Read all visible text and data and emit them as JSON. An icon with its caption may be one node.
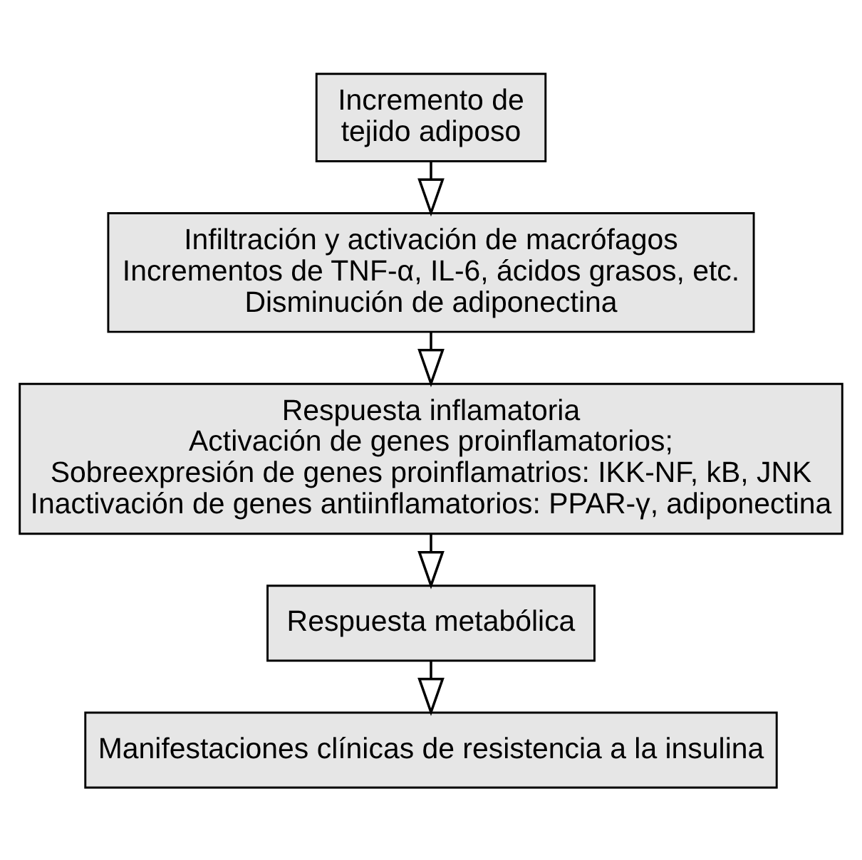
{
  "diagram": {
    "nodes": [
      {
        "text": [
          "Incremento de tejido adiposo"
        ]
      },
      {
        "text": [
          "Infiltración y activación de macrófagos",
          "Incrementos de TNF-α, IL-6, ácidos grasos, etc.",
          "Disminución de adiponectina"
        ]
      },
      {
        "text": [
          "Respuesta inflamatoria",
          "Activación de genes proinflamatorios;",
          "Sobreexpresión de genes proinflamatrios: IKK-NF, kB, JNK",
          "Inactivación de genes antiinflamatorios: PPAR-γ, adiponectina"
        ]
      },
      {
        "text": [
          "Respuesta metabólica"
        ]
      },
      {
        "text": [
          "Manifestaciones clínicas de resistencia a la insulina"
        ]
      }
    ],
    "edges": [
      {
        "from": 0,
        "to": 1,
        "arrow": "to"
      },
      {
        "from": 1,
        "to": 2,
        "arrow": "to"
      },
      {
        "from": 2,
        "to": 3,
        "arrow": "to"
      },
      {
        "from": 3,
        "to": 4,
        "arrow": "to"
      }
    ]
  }
}
